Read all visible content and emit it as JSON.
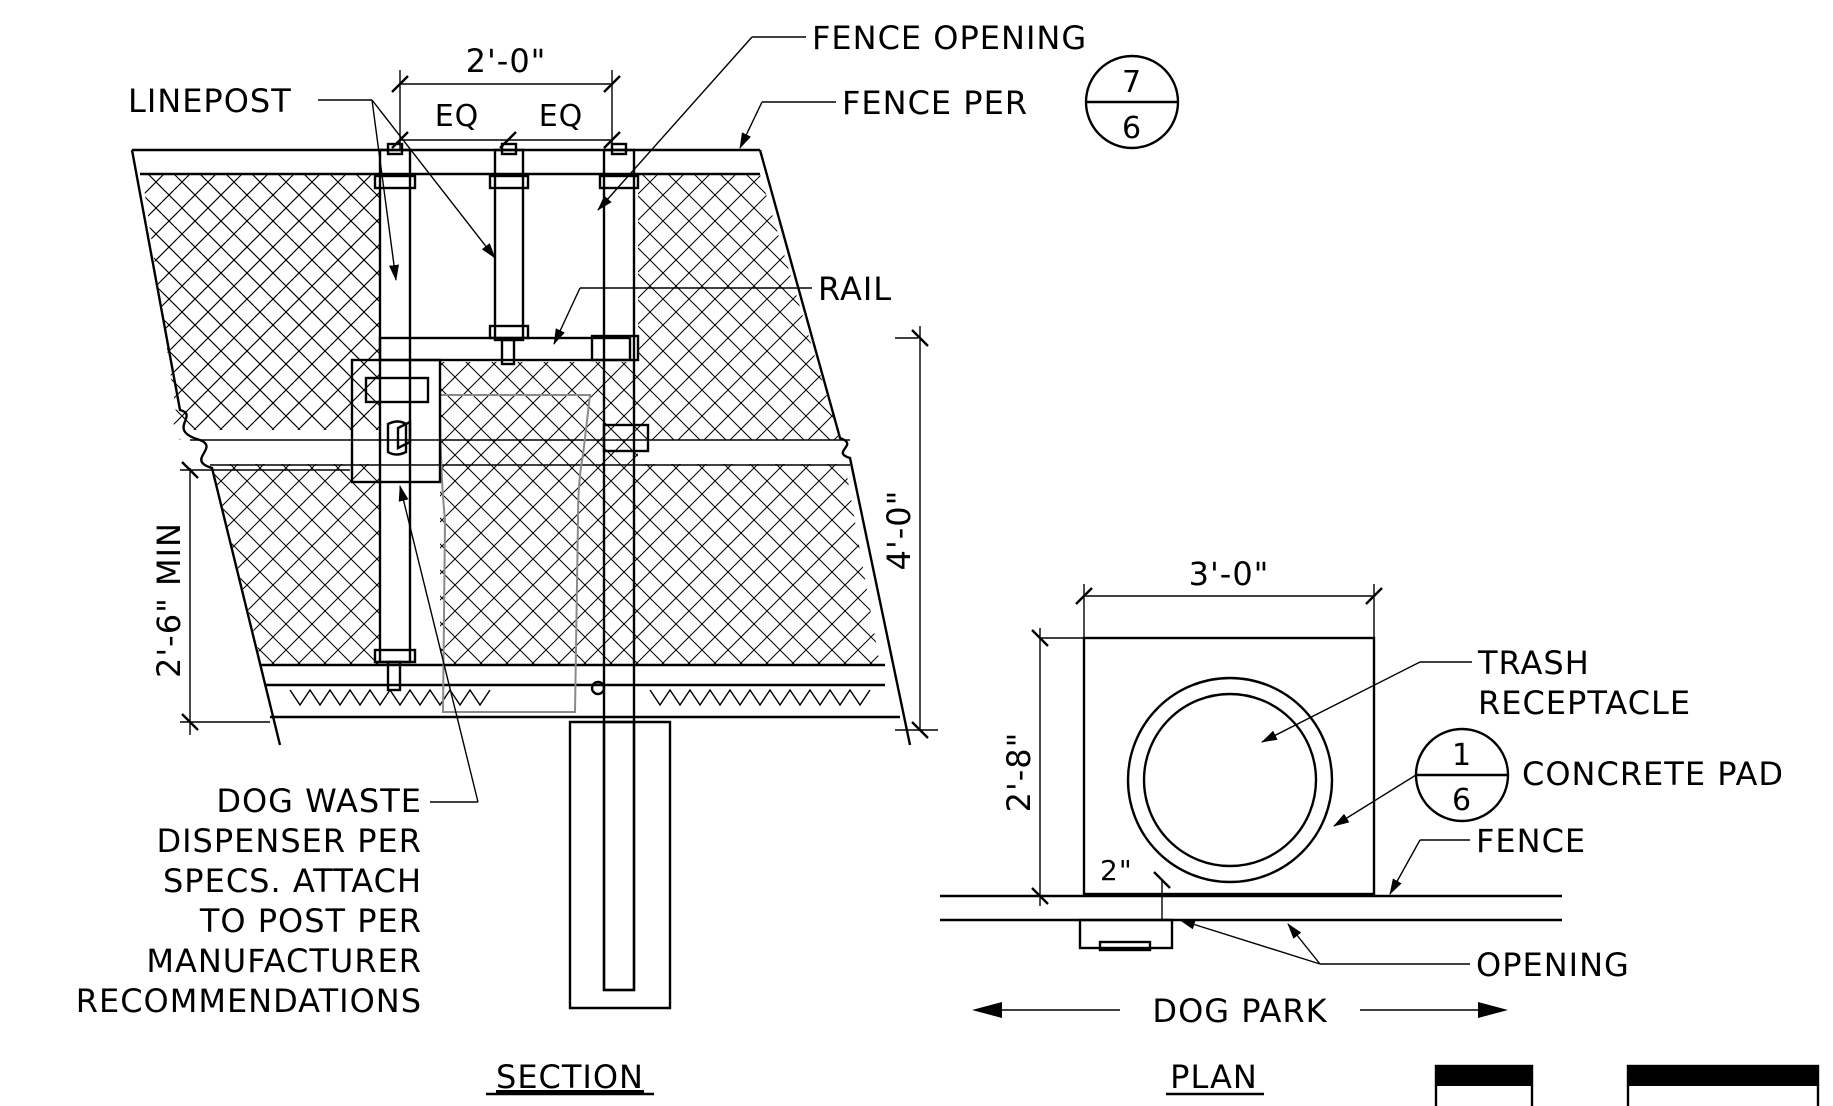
{
  "section": {
    "title": "SECTION",
    "dim_top": "2'-0\"",
    "dim_eq_left": "EQ",
    "dim_eq_right": "EQ",
    "dim_height": "4'-0\"",
    "dim_min": "2'-6\" MIN",
    "label_linepost": "LINEPOST",
    "label_fence_opening": "FENCE OPENING",
    "label_fence_per": "FENCE   PER",
    "ref_fence_top": "7",
    "ref_fence_bottom": "6",
    "label_rail": "RAIL",
    "dispenser_lines": [
      "DOG WASTE",
      "DISPENSER PER",
      "SPECS. ATTACH",
      "TO POST PER",
      "MANUFACTURER",
      "RECOMMENDATIONS"
    ]
  },
  "plan": {
    "title": "PLAN",
    "dim_width": "3'-0\"",
    "dim_depth": "2'-8\"",
    "dim_offset": "2\"",
    "label_trash_1": "TRASH",
    "label_trash_2": "RECEPTACLE",
    "ref_pad_top": "1",
    "ref_pad_bottom": "6",
    "label_concrete_pad": "CONCRETE PAD",
    "label_fence": "FENCE",
    "label_opening": "OPENING",
    "label_dog_park": "DOG PARK"
  },
  "colors": {
    "line": "#000000",
    "dispenser_fill": "#a9a9a9",
    "receptacle_outline": "#8a8a8a"
  }
}
